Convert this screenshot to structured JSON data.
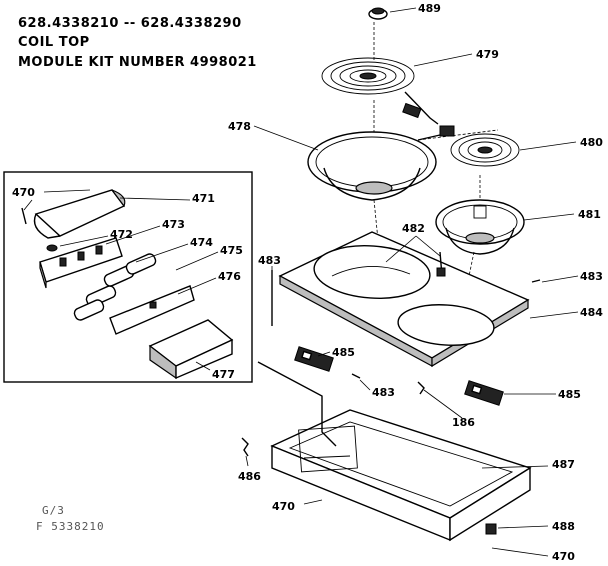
{
  "header": {
    "model_line": "628.4338210 -- 628.4338290",
    "subtitle": "COIL TOP",
    "kit_line": "MODULE KIT NUMBER 4998021"
  },
  "callouts": {
    "c489": "489",
    "c479": "479",
    "c478": "478",
    "c480": "480",
    "c481": "481",
    "c482": "482",
    "c483a": "483",
    "c483b": "483",
    "c483c": "483",
    "c484": "484",
    "c485a": "485",
    "c485b": "485",
    "c486a": "186",
    "c486b": "486",
    "c487": "487",
    "c488": "488",
    "c470a": "470",
    "c470b": "470",
    "c470c": "470",
    "c471": "471",
    "c472": "472",
    "c473": "473",
    "c474": "474",
    "c475": "475",
    "c476": "476",
    "c477": "477"
  },
  "footer": {
    "stamp_line1": "G/3",
    "stamp_line2": "F 5338210"
  }
}
